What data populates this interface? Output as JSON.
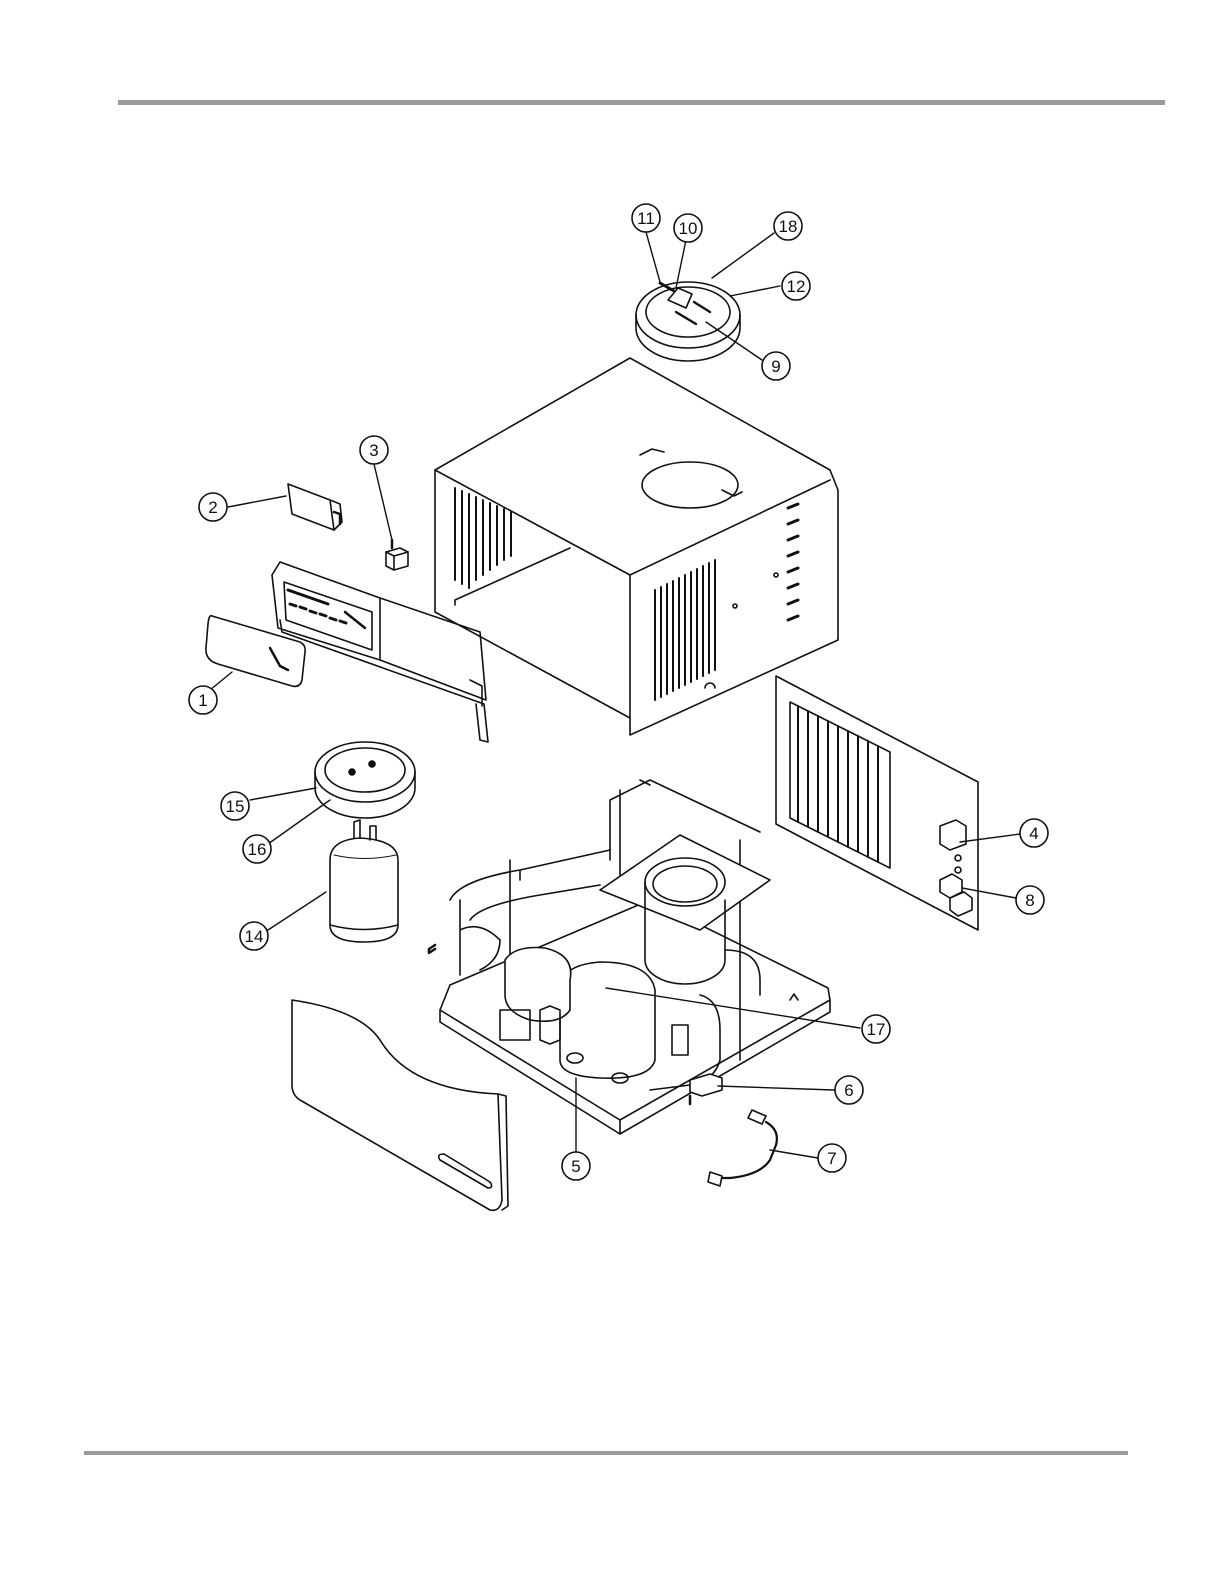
{
  "callouts": {
    "c1": "1",
    "c2": "2",
    "c3": "3",
    "c4": "4",
    "c5": "5",
    "c6": "6",
    "c7": "7",
    "c8": "8",
    "c9": "9",
    "c10": "10",
    "c11": "11",
    "c12": "12",
    "c14": "14",
    "c15": "15",
    "c16": "16",
    "c17": "17",
    "c18": "18"
  },
  "colors": {
    "rule": "#9a9a9a",
    "line": "#111111"
  }
}
